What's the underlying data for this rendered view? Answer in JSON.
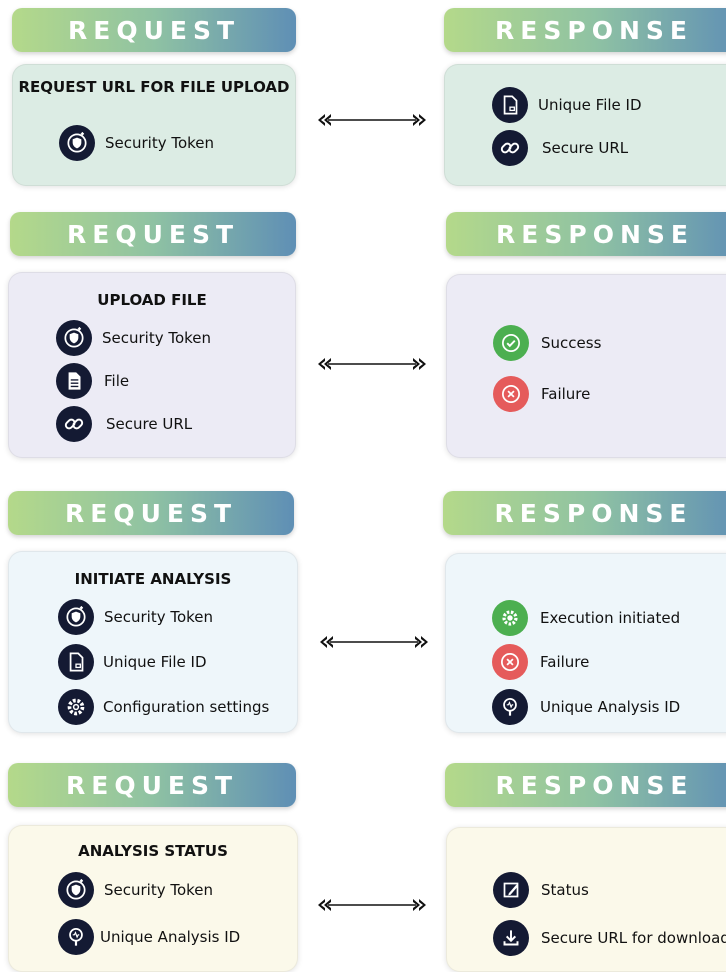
{
  "sections": [
    {
      "request_label": "REQUEST",
      "response_label": "RESPONSE",
      "request_title": "REQUEST URL FOR FILE UPLOAD",
      "request_items": [
        "Security Token"
      ],
      "response_items": [
        "Unique File ID",
        "Secure URL"
      ]
    },
    {
      "request_label": "REQUEST",
      "response_label": "RESPONSE",
      "request_title": "UPLOAD FILE",
      "request_items": [
        "Security Token",
        "File",
        "Secure URL"
      ],
      "response_items": [
        "Success",
        "Failure"
      ]
    },
    {
      "request_label": "REQUEST",
      "response_label": "RESPONSE",
      "request_title": "INITIATE ANALYSIS",
      "request_items": [
        "Security Token",
        "Unique File ID",
        "Configuration settings"
      ],
      "response_items": [
        "Execution initiated",
        "Failure",
        "Unique Analysis ID"
      ]
    },
    {
      "request_label": "REQUEST",
      "response_label": "RESPONSE",
      "request_title": "ANALYSIS STATUS",
      "request_items": [
        "Security Token",
        "Unique Analysis ID"
      ],
      "response_items": [
        "Status",
        "Secure URL for download"
      ]
    }
  ],
  "icons": {
    "security_token": "shield-icon",
    "file_id": "file-icon",
    "secure_url": "link-icon",
    "file": "document-icon",
    "success": "check-icon",
    "failure": "x-icon",
    "execution": "gear-icon",
    "config": "settings-icon",
    "analysis_id": "magnifier-icon",
    "status": "edit-icon",
    "download": "download-icon"
  },
  "colors": {
    "band_start": "#b4d98a",
    "band_end": "#5f8fb5",
    "icon_dark": "#141a33",
    "success": "#4caf50",
    "failure": "#e55b5b"
  }
}
